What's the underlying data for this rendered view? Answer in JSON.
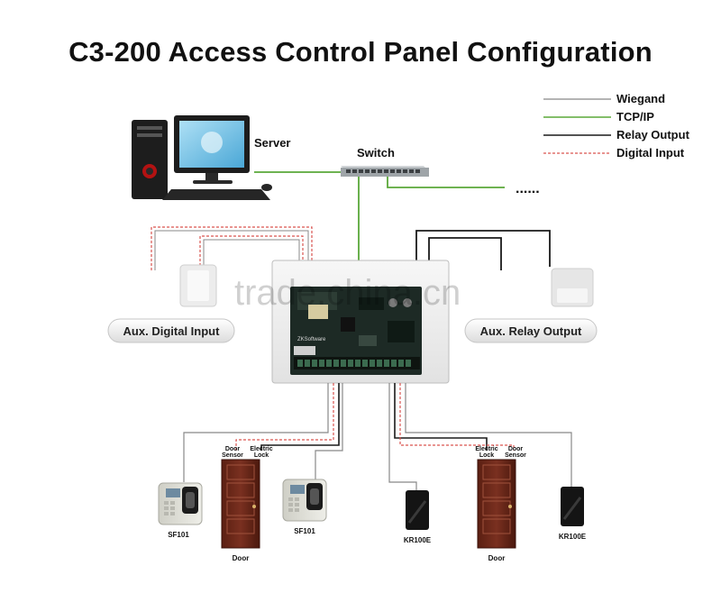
{
  "title": "C3-200 Access Control Panel Configuration",
  "legend": [
    {
      "label": "Wiegand",
      "color": "#888888",
      "style": "solid"
    },
    {
      "label": "TCP/IP",
      "color": "#5aa839",
      "style": "solid"
    },
    {
      "label": "Relay Output",
      "color": "#1a1a1a",
      "style": "solid"
    },
    {
      "label": "Digital Input",
      "color": "#d9534f",
      "style": "dashed"
    }
  ],
  "nodes": {
    "server": "Server",
    "switch": "Switch",
    "more": "......",
    "aux_input": "Aux. Digital Input",
    "aux_relay": "Aux. Relay Output",
    "board_brand": "ZKSoftware"
  },
  "devices": {
    "sf101_left": "SF101",
    "sf101_right": "SF101",
    "kr100e_left": "KR100E",
    "kr100e_right": "KR100E",
    "door_left": "Door",
    "door_right": "Door",
    "door_sensor": "Door\nSensor",
    "electric_lock": "Electric\nLock"
  },
  "watermark": "trade.china.cn"
}
